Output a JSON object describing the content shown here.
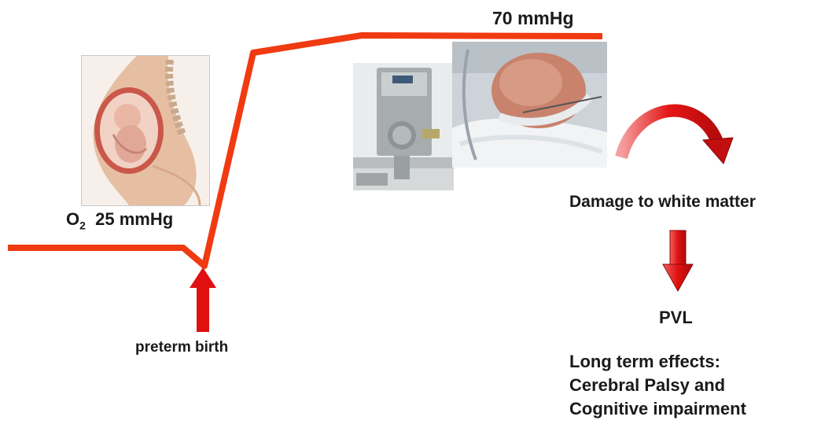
{
  "labels": {
    "oxygen_symbol": "O",
    "oxygen_subscript": "2",
    "fetal_value": "25 mmHg",
    "postnatal_value": "70 mmHg",
    "event": "preterm birth",
    "damage": "Damage to white matter",
    "pvl": "PVL",
    "effects": [
      "Long term effects:",
      "Cerebral Palsy and",
      "Cognitive impairment"
    ]
  },
  "images": {
    "mother": "pregnant-mother-fetus-illustration",
    "device": "oxygen-flow-regulator-photo",
    "infant": "preterm-infant-incubator-photo"
  },
  "colors": {
    "line": "#f03a12",
    "arrow": "#e01010",
    "arrow_shade": "#a80d0d",
    "text": "#1a1a1a"
  }
}
